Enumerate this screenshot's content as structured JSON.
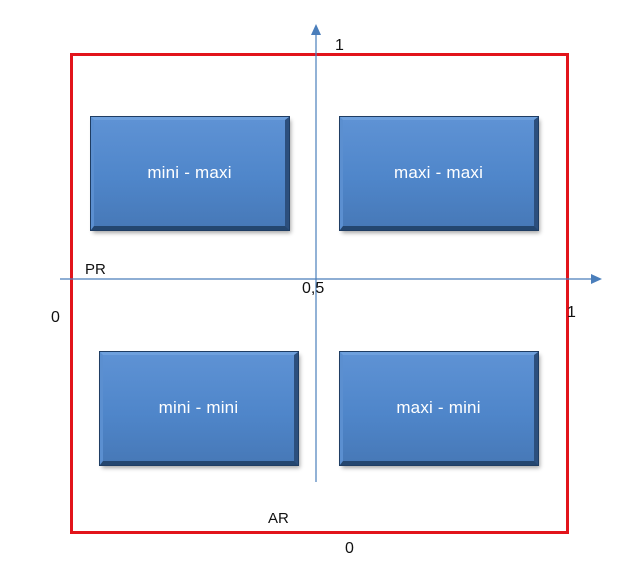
{
  "quadrants": {
    "top_left": "mini - maxi",
    "top_right": "maxi - maxi",
    "bottom_left": "mini - mini",
    "bottom_right": "maxi - mini"
  },
  "axes": {
    "x_label": "PR",
    "y_label": "AR",
    "x_min": "0",
    "x_max": "1",
    "y_min": "0",
    "y_max": "1",
    "midpoint": "0,5"
  },
  "colors": {
    "frame": "#e2141b",
    "axis": "#4a7ebb",
    "box_fill": "#4f86ca",
    "box_text": "#ffffff"
  }
}
